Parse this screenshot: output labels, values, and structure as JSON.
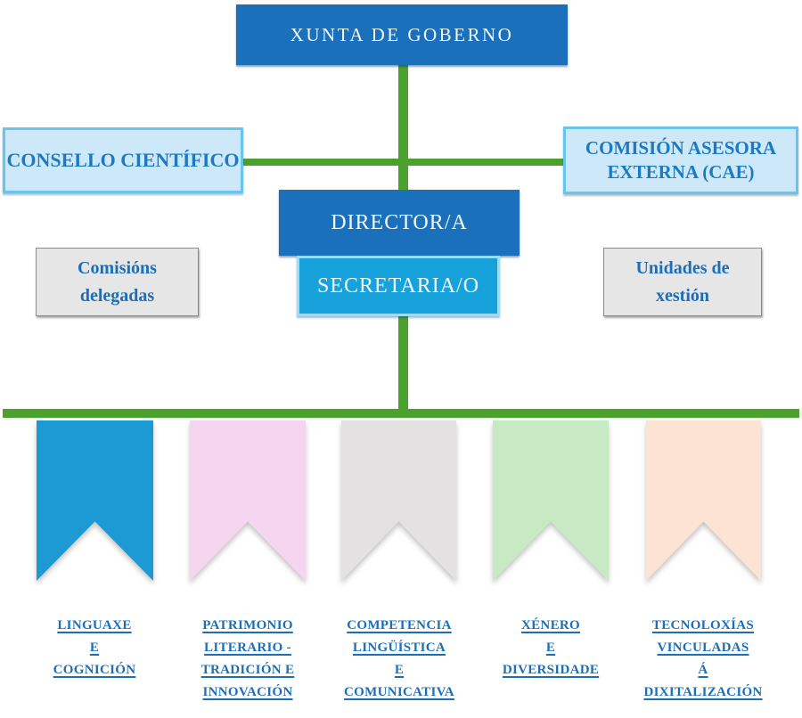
{
  "nodes": {
    "xunta": "XUNTA DE GOBERNO",
    "consello": "CONSELLO CIENTÍFICO",
    "comision_line1": "COMISIÓN ASESORA",
    "comision_line2": "EXTERNA (CAE)",
    "director": "DIRECTOR/A",
    "secretaria": "SECRETARIA/O",
    "comisions_line1": "Comisións",
    "comisions_line2": "delegadas",
    "unidades_line1": "Unidades de",
    "unidades_line2": "xestión"
  },
  "units": [
    {
      "color": "#1b9ad4",
      "lines": [
        "LINGUAXE",
        "E",
        "COGNICIÓN"
      ]
    },
    {
      "color": "#f6d5f0",
      "lines": [
        "PATRIMONIO",
        "LITERARIO -",
        "TRADICIÓN E",
        "INNOVACIÓN"
      ]
    },
    {
      "color": "#e3e1e2",
      "lines": [
        "COMPETENCIA",
        "LINGÜÍSTICA",
        "E",
        "COMUNICATIVA"
      ]
    },
    {
      "color": "#c7eac4",
      "lines": [
        "XÉNERO",
        "E",
        "DIVERSIDADE"
      ]
    },
    {
      "color": "#fce3d4",
      "lines": [
        "TECNOLOXÍAS",
        "VINCULADAS",
        "Á",
        "DIXITALIZACIÓN"
      ]
    }
  ],
  "colors": {
    "node_blue": "#1a70ba",
    "node_cyan": "#17a2db",
    "light_blue_fill": "#cde9f9",
    "light_blue_border": "#68c5ed",
    "gray_fill": "#e7e6e6",
    "connector_green": "#4aa22c",
    "accent_text_blue": "#1b6fba",
    "white_text": "#f2f8fd"
  }
}
